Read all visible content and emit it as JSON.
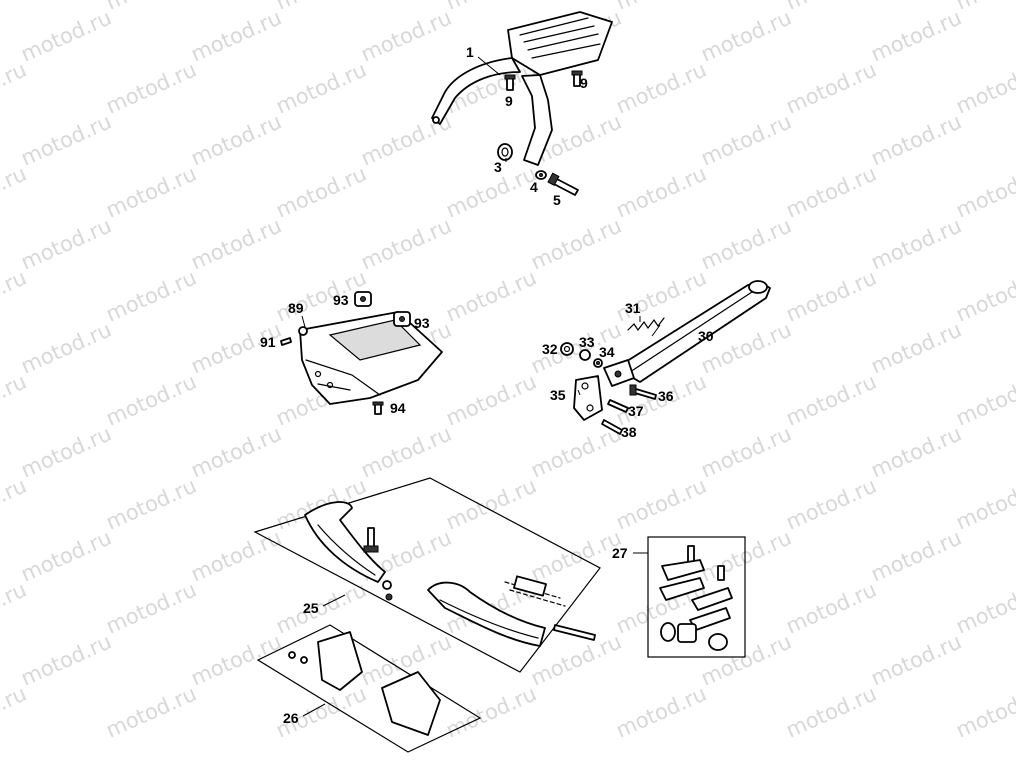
{
  "watermark": {
    "text": "motod.ru"
  },
  "callouts": [
    {
      "id": "1",
      "text": "1"
    },
    {
      "id": "9a",
      "text": "9"
    },
    {
      "id": "9b",
      "text": "9"
    },
    {
      "id": "3",
      "text": "3"
    },
    {
      "id": "4",
      "text": "4"
    },
    {
      "id": "5",
      "text": "5"
    },
    {
      "id": "89",
      "text": "89"
    },
    {
      "id": "93a",
      "text": "93"
    },
    {
      "id": "93b",
      "text": "93"
    },
    {
      "id": "91",
      "text": "91"
    },
    {
      "id": "94",
      "text": "94"
    },
    {
      "id": "31",
      "text": "31"
    },
    {
      "id": "30",
      "text": "30"
    },
    {
      "id": "32",
      "text": "32"
    },
    {
      "id": "33",
      "text": "33"
    },
    {
      "id": "34",
      "text": "34"
    },
    {
      "id": "35",
      "text": "35"
    },
    {
      "id": "36",
      "text": "36"
    },
    {
      "id": "37",
      "text": "37"
    },
    {
      "id": "38",
      "text": "38"
    },
    {
      "id": "27",
      "text": "27"
    },
    {
      "id": "25",
      "text": "25"
    },
    {
      "id": "26",
      "text": "26"
    }
  ]
}
